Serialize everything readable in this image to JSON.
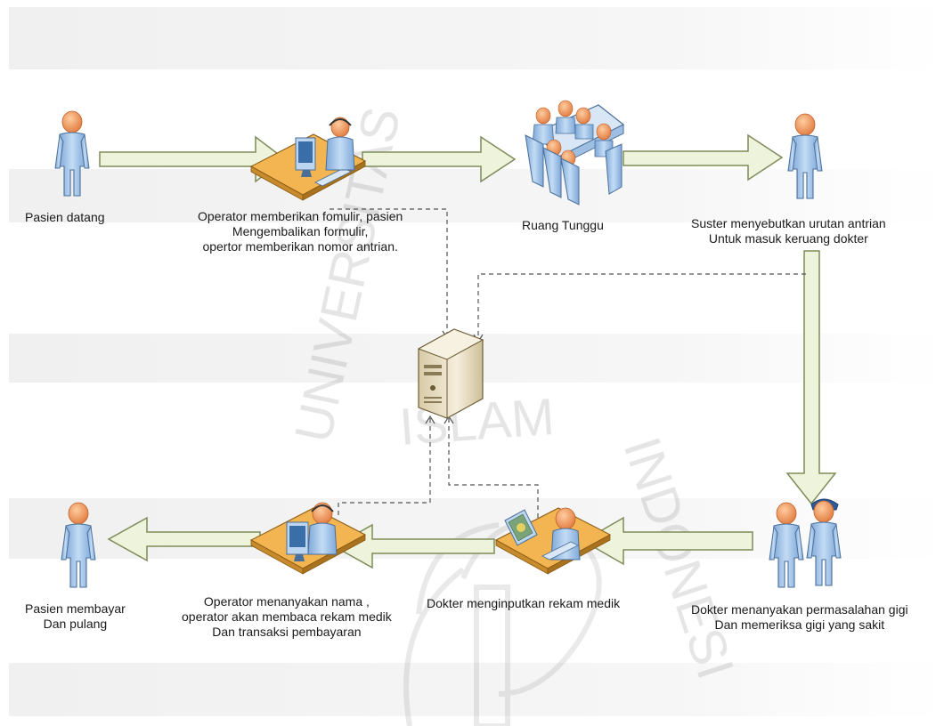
{
  "diagram": {
    "nodes": {
      "pasien_datang": {
        "label": "Pasien datang"
      },
      "operator_front": {
        "label_lines": [
          "Operator memberikan fomulir, pasien",
          "Mengembalikan formulir,",
          "opertor memberikan nomor antrian."
        ]
      },
      "ruang_tunggu": {
        "label": "Ruang Tunggu"
      },
      "suster": {
        "label_lines": [
          "Suster menyebutkan urutan antrian",
          "Untuk masuk keruang dokter"
        ]
      },
      "dokter_periksa": {
        "label_lines": [
          "Dokter menanyakan permasalahan gigi",
          "Dan memeriksa gigi yang sakit"
        ]
      },
      "dokter_input": {
        "label": "Dokter menginputkan rekam medik"
      },
      "operator_kasir": {
        "label_lines": [
          "Operator menanyakan nama ,",
          "operator akan membaca rekam medik",
          "Dan transaksi pembayaran"
        ]
      },
      "pasien_pulang": {
        "label_lines": [
          "Pasien membayar",
          "Dan pulang"
        ]
      },
      "server": {
        "label": ""
      }
    },
    "watermark": {
      "text": "ISLAM · INDONESIA · UNIVERSITAS"
    },
    "colors": {
      "person_fill": "#a9c9ec",
      "person_stroke": "#4a6f99",
      "skin": "#f2a070",
      "desk_top": "#f0b14a",
      "arrow_fill": "#eef3dc",
      "arrow_stroke": "#7d8c5a",
      "band": "#f3f3f3",
      "dashed": "#555555",
      "server": "#e8dcc0"
    }
  }
}
